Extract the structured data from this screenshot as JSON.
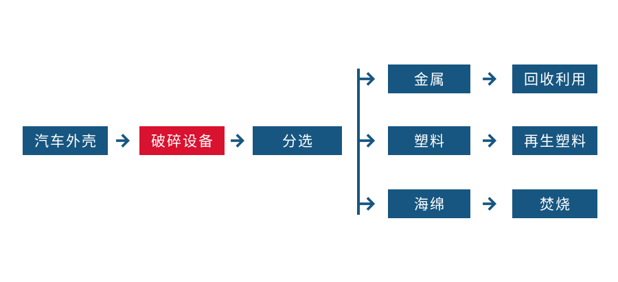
{
  "diagram": {
    "type": "flowchart",
    "background": "#ffffff",
    "colors": {
      "node_blue": "#175680",
      "node_red": "#d8122f",
      "arrow_blue": "#175680",
      "node_text": "#ffffff"
    },
    "main_flow": {
      "nodes": [
        {
          "label": "汽车外壳",
          "style": "blue"
        },
        {
          "label": "破碎设备",
          "style": "red"
        },
        {
          "label": "分选",
          "style": "blue"
        }
      ]
    },
    "branches": [
      {
        "category": "金属",
        "result": "回收利用"
      },
      {
        "category": "塑料",
        "result": "再生塑料"
      },
      {
        "category": "海绵",
        "result": "焚烧"
      }
    ],
    "icons": {
      "arrow_right": "arrow-right-icon"
    }
  }
}
